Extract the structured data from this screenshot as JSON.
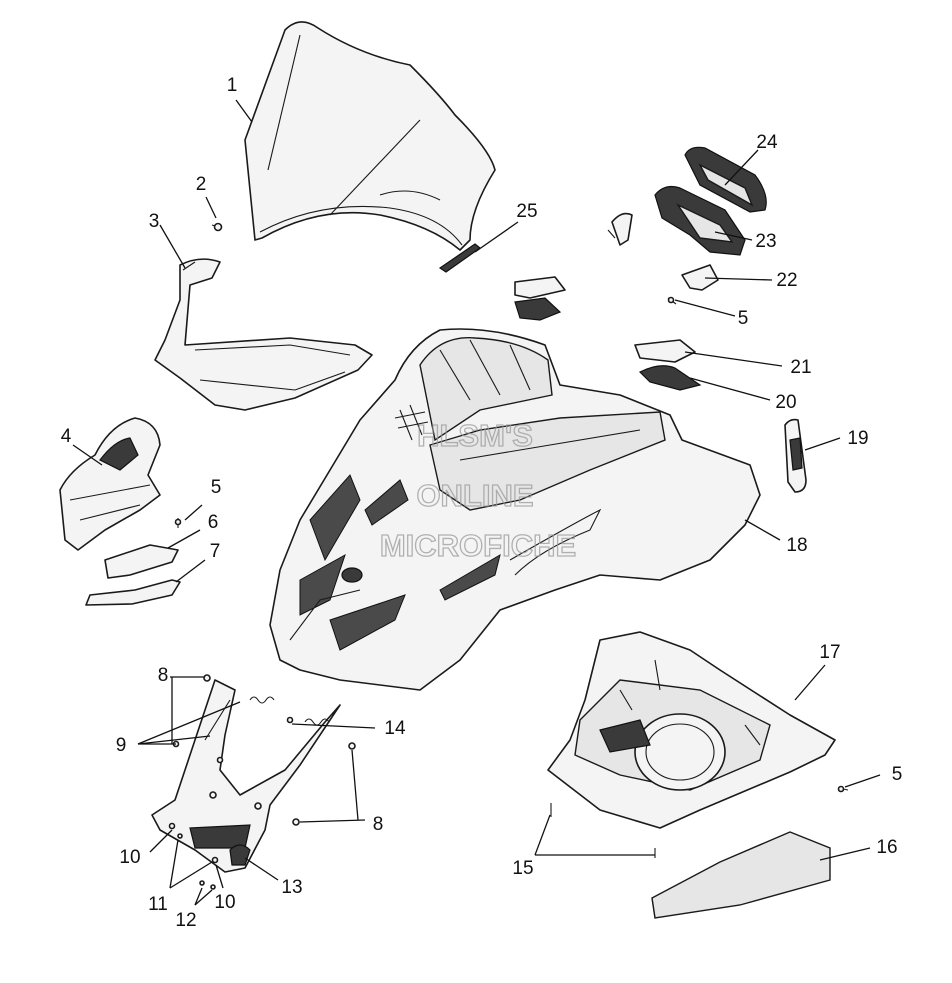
{
  "watermark": {
    "lines": [
      "HLSM'S",
      "ONLINE",
      "MICROFICHE"
    ]
  },
  "callouts": [
    {
      "id": "c1",
      "label": "1"
    },
    {
      "id": "c2",
      "label": "2"
    },
    {
      "id": "c3",
      "label": "3"
    },
    {
      "id": "c4",
      "label": "4"
    },
    {
      "id": "c5a",
      "label": "5"
    },
    {
      "id": "c5b",
      "label": "5"
    },
    {
      "id": "c5c",
      "label": "5"
    },
    {
      "id": "c6",
      "label": "6"
    },
    {
      "id": "c7",
      "label": "7"
    },
    {
      "id": "c8a",
      "label": "8"
    },
    {
      "id": "c8b",
      "label": "8"
    },
    {
      "id": "c9",
      "label": "9"
    },
    {
      "id": "c10a",
      "label": "10"
    },
    {
      "id": "c10b",
      "label": "10"
    },
    {
      "id": "c11",
      "label": "11"
    },
    {
      "id": "c12",
      "label": "12"
    },
    {
      "id": "c13",
      "label": "13"
    },
    {
      "id": "c14",
      "label": "14"
    },
    {
      "id": "c15",
      "label": "15"
    },
    {
      "id": "c16",
      "label": "16"
    },
    {
      "id": "c17",
      "label": "17"
    },
    {
      "id": "c18",
      "label": "18"
    },
    {
      "id": "c19",
      "label": "19"
    },
    {
      "id": "c20",
      "label": "20"
    },
    {
      "id": "c21",
      "label": "21"
    },
    {
      "id": "c22",
      "label": "22"
    },
    {
      "id": "c23",
      "label": "23"
    },
    {
      "id": "c24",
      "label": "24"
    },
    {
      "id": "c25",
      "label": "25"
    }
  ]
}
